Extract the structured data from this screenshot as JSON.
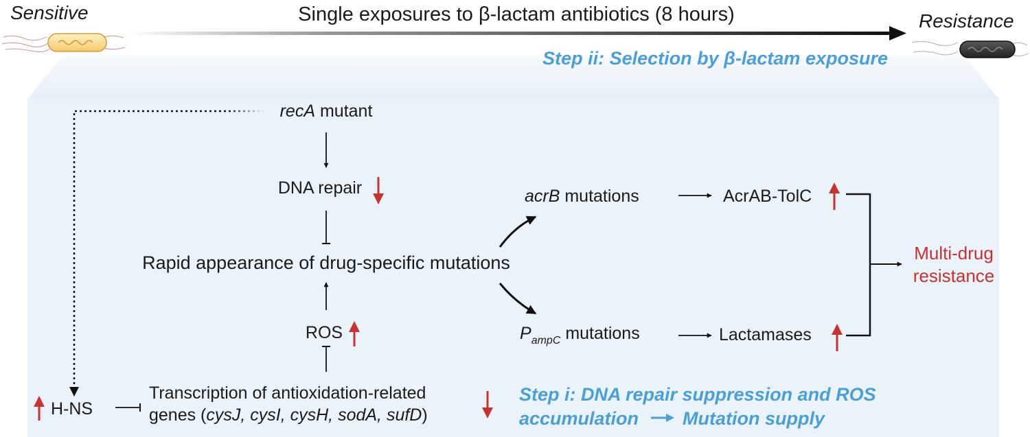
{
  "header": {
    "left_label": "Sensitive",
    "right_label": "Resistance",
    "title": "Single exposures to β-lactam antibiotics (8 hours)"
  },
  "steps": {
    "step2": "Step ii: Selection by β-lactam exposure",
    "step1_line1": "Step i: DNA repair suppression and ROS",
    "step1_line2_a": "accumulation",
    "step1_line2_b": "Mutation supply"
  },
  "nodes": {
    "reca_italic": "recA",
    "reca_rest": " mutant",
    "dna_repair": "DNA repair",
    "rapid": "Rapid appearance of drug-specific mutations",
    "ros": "ROS",
    "hns": "H-NS",
    "transcription_line1": "Transcription of antioxidation-related",
    "transcription_line2_a": "genes (",
    "transcription_line2_genes": "cysJ, cysI, cysH, sodA, sufD",
    "transcription_line2_b": ")",
    "acrb_italic": "acrB",
    "acrb_rest": " mutations",
    "pampc_p": "P",
    "pampc_sub": "ampC",
    "pampc_rest": " mutations",
    "acrab": "AcrAB-TolC",
    "lactamases": "Lactamases",
    "mdr_line1": "Multi-drug",
    "mdr_line2": "resistance"
  },
  "colors": {
    "up_arrow": "#c8322f",
    "down_arrow": "#c8322f",
    "step_text": "#4a9fd8",
    "outcome_text": "#c8322f",
    "panel_fill": "#eef4fb"
  },
  "icons": {
    "sensitive_cell": "bacterium-yellow-icon",
    "resistant_cell": "bacterium-black-icon"
  }
}
